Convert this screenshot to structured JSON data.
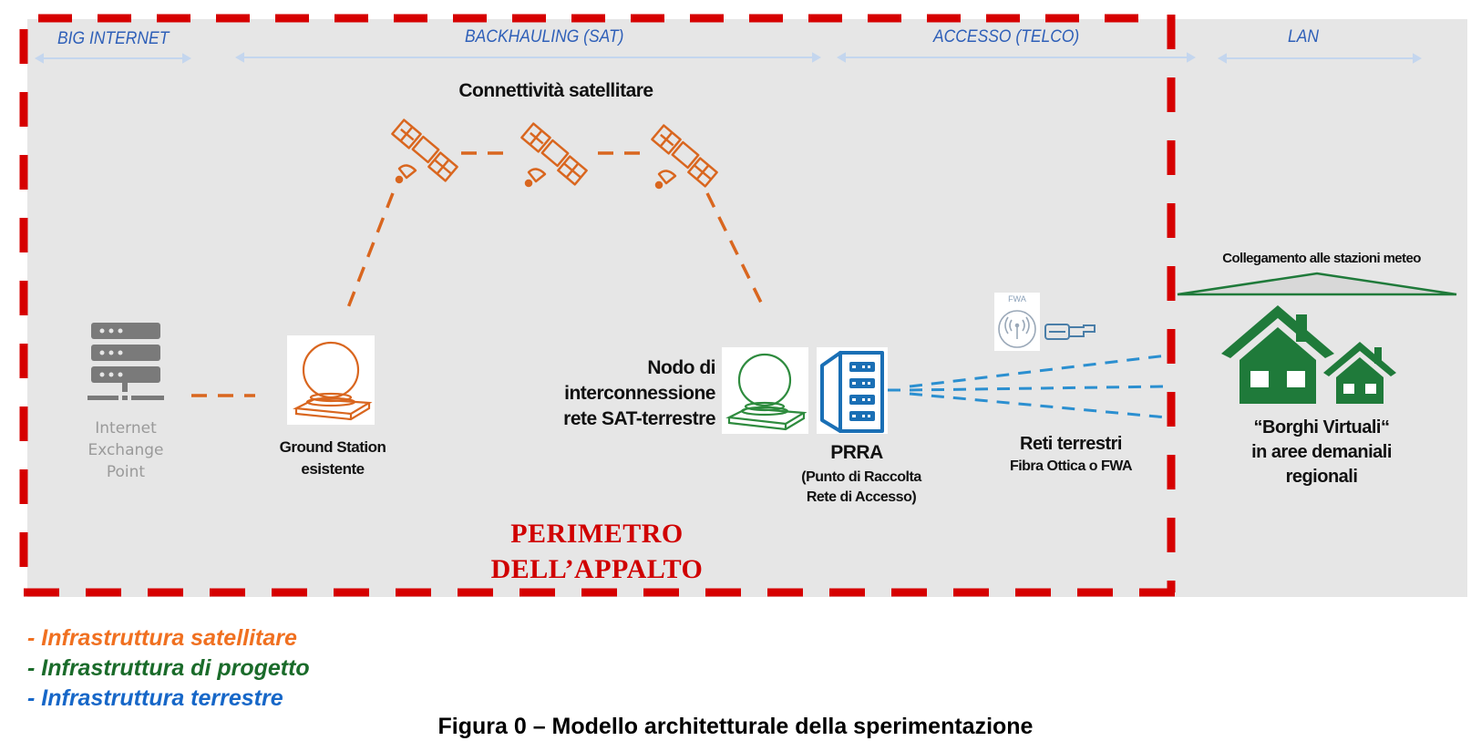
{
  "sections": [
    {
      "label": "BIG INTERNET"
    },
    {
      "label": "BACKHAULING (SAT)"
    },
    {
      "label": "ACCESSO (TELCO)"
    },
    {
      "label": "LAN"
    }
  ],
  "satellite": {
    "title": "Connettività satellitare",
    "count": 3,
    "color": "#d9661f"
  },
  "nodes": {
    "ixp": {
      "lines": [
        "Internet",
        "Exchange",
        "Point"
      ],
      "icon": "server-rack-icon",
      "color": "#7a7a7a"
    },
    "ground_station": {
      "lines": [
        "Ground Station",
        "esistente"
      ],
      "icon": "ground-station-dome-icon",
      "color": "#d9661f"
    },
    "interconnection": {
      "lines": [
        "Nodo di",
        "interconnessione",
        "rete SAT-terrestre"
      ],
      "icon": "ground-station-dome-icon",
      "color": "#2e8b3e"
    },
    "prra": {
      "title": "PRRA",
      "lines": [
        "(Punto di Raccolta",
        "Rete di Accesso)"
      ],
      "icon": "server-cabinet-icon",
      "color": "#1a6fb5"
    },
    "terrestrial": {
      "title": "Reti terrestri",
      "subtitle": "Fibra Ottica o FWA",
      "fwa_badge": "FWA",
      "color": "#2b8fd0"
    },
    "weather": {
      "label": "Collegamento alle stazioni meteo",
      "color": "#1f7a3a"
    },
    "borghi": {
      "lines": [
        "“Borghi Virtuali“",
        "in aree demaniali",
        "regionali"
      ],
      "color": "#1f7a3a"
    }
  },
  "perimeter": {
    "lines": [
      "PERIMETRO",
      "DELL’APPALTO"
    ],
    "color": "#d00000"
  },
  "legend": [
    {
      "label": "- Infrastruttura satellitare",
      "color": "#f07020"
    },
    {
      "label": "- Infrastruttura di progetto",
      "color": "#1a6b2a"
    },
    {
      "label": "- Infrastruttura terrestre",
      "color": "#1667c8"
    }
  ],
  "caption": "Figura 0 – Modello architetturale della sperimentazione"
}
